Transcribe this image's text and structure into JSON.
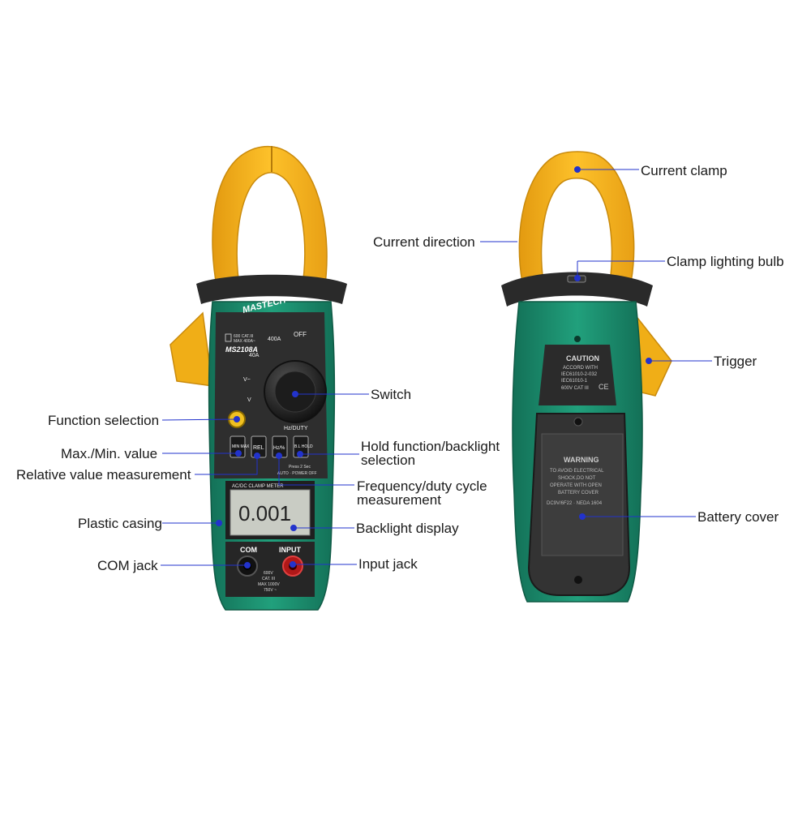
{
  "front": {
    "brand": "MASTECH",
    "model": "MS2108A",
    "rating_text": [
      "600 CAT.III",
      "MAX 400A~"
    ],
    "dial": {
      "label_400a": "400A",
      "label_40a": "40A",
      "label_off": "OFF",
      "label_v_ac": "V~",
      "label_v_dc": "V",
      "label_hz": "Hz/DUTY"
    },
    "buttons": {
      "minmax": "MIN MAX",
      "rel": "REL",
      "hz": "Hz/%",
      "bl_hold": "B.L HOLD"
    },
    "press_note": "Press 2 Sec",
    "auto_power": "AUTO · POWER OFF",
    "meter_title": "AC/DC CLAMP METER",
    "lcd_value": "0.001",
    "com_label": "COM",
    "input_label": "INPUT",
    "jack_rating": [
      "600V",
      "CAT. III",
      "MAX 1000V",
      "750V ~"
    ]
  },
  "back": {
    "caution_title": "CAUTION",
    "caution_text": [
      "ACCORD WITH",
      "IEC61010-2-032",
      "IEC61010-1",
      "600V CAT III"
    ],
    "warning_title": "WARNING",
    "warning_text": [
      "TO AVOID ELECTRICAL",
      "SHOCK,DO NOT",
      "OPERATE WITH OPEN",
      "BATTERY COVER"
    ],
    "battery_spec": "DC9V/6F22 · NEDA 1604",
    "ce_mark": "CE"
  },
  "callouts": {
    "function_selection": "Function selection",
    "max_min": "Max./Min. value",
    "relative": "Relative value measurement",
    "plastic_casing": "Plastic casing",
    "com_jack": "COM jack",
    "switch": "Switch",
    "hold_backlight": "Hold function/backlight selection",
    "frequency_duty": "Frequency/duty cycle measurement",
    "backlight_display": "Backlight display",
    "input_jack": "Input jack",
    "current_clamp": "Current clamp",
    "current_direction": "Current direction",
    "clamp_lighting_bulb": "Clamp lighting bulb",
    "trigger": "Trigger",
    "battery_cover": "Battery cover"
  },
  "colors": {
    "clamp_yellow": "#f5b51c",
    "body_green": "#1a8a6a",
    "panel_dark": "#2c2c2c",
    "leader_blue": "#2233cc",
    "input_red": "#cc2222"
  }
}
